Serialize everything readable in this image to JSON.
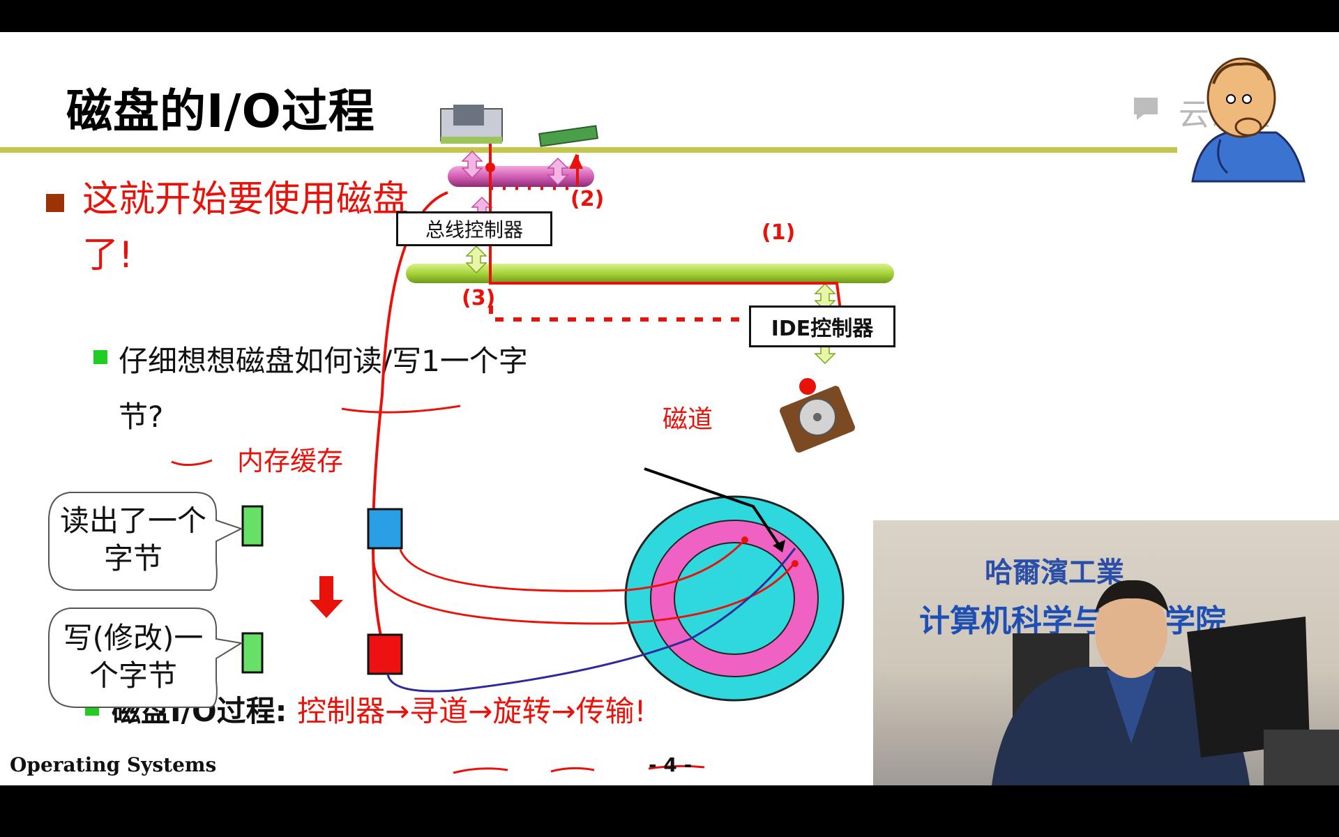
{
  "slide": {
    "title": "磁盘的I/O过程",
    "watermark": "云课堂",
    "bullet1": "这就开始要使用磁盘了!",
    "bullet2": "仔细想想磁盘如何读/写1一个字节?",
    "bullet3_prefix": "磁盘I/O过程: ",
    "bullet3_steps": "控制器→寻道→旋转→传输!",
    "footer_left": "Operating Systems",
    "footer_page": "- 4 -"
  },
  "diagram": {
    "bus_controller": "总线控制器",
    "ide_controller": "IDE控制器",
    "step1": "(1)",
    "step2": "(2)",
    "step3": "(3)",
    "track_label": "磁道",
    "memory_cache_label": "内存缓存",
    "callout_read": "读出了一个字节",
    "callout_write": "写(修改)一个字节",
    "colors": {
      "bus": "#a6d33a",
      "membus": "#d35fb4",
      "arrow": "#e8120a",
      "track_outer": "#2fd8dc",
      "track_mid": "#ef62c4",
      "write_arrow": "#2d2a9a"
    }
  },
  "video": {
    "wall_text1": "哈爾濱工業",
    "wall_text2": "计算机科学与技术学院"
  }
}
